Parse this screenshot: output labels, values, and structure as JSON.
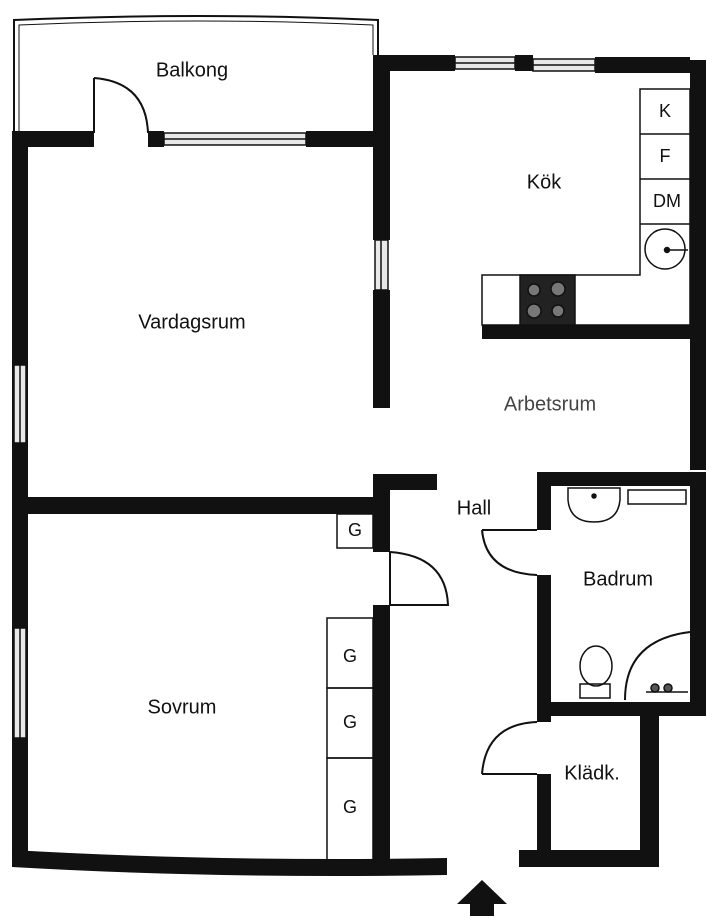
{
  "rooms": {
    "balkong": "Balkong",
    "kok": "Kök",
    "vardagsrum": "Vardagsrum",
    "arbetsrum": "Arbetsrum",
    "hall": "Hall",
    "badrum": "Badrum",
    "sovrum": "Sovrum",
    "kladk": "Klädk."
  },
  "appliances": {
    "kyl": "K",
    "frys": "F",
    "diskmaskin": "DM",
    "garderob_hall": "G",
    "garderob_1": "G",
    "garderob_2": "G",
    "garderob_3": "G"
  },
  "colors": {
    "wall": "#111111",
    "background": "#ffffff",
    "window": "#e8e8e8"
  }
}
